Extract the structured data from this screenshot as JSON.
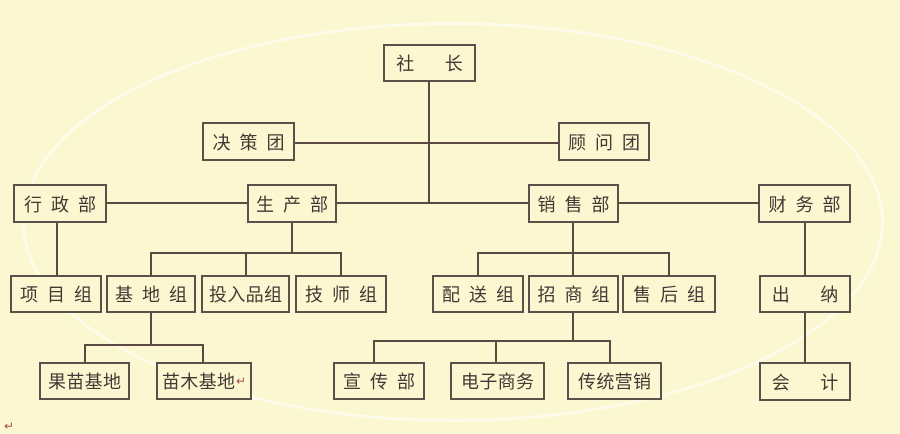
{
  "diagram": {
    "type": "org-chart",
    "nodes": {
      "president": "社长",
      "decision_team": "决策团",
      "advisory_team": "顾问团",
      "admin_dept": "行政部",
      "production_dept": "生产部",
      "sales_dept": "销售部",
      "finance_dept": "财务部",
      "project_group": "项目组",
      "base_group": "基地组",
      "input_group": "投入品组",
      "technician_group": "技师组",
      "delivery_group": "配送组",
      "merchant_group": "招商组",
      "aftersales_group": "售后组",
      "cashier": "出纳",
      "fruit_seedling_base": "果苗基地",
      "nursery_base": "苗木基地",
      "publicity_dept": "宣传部",
      "ecommerce": "电子商务",
      "traditional_marketing": "传统营销",
      "accounting": "会计"
    },
    "marks": {
      "nursery_base_return_mark": "↵",
      "page_paragraph_mark": "↵"
    },
    "colors": {
      "background": "#fbf7d0",
      "line": "#5a4a42",
      "box_border": "#59514a",
      "text": "#463735",
      "return_mark": "#a8504a",
      "ellipse": "rgba(255,255,255,0.55)"
    }
  }
}
